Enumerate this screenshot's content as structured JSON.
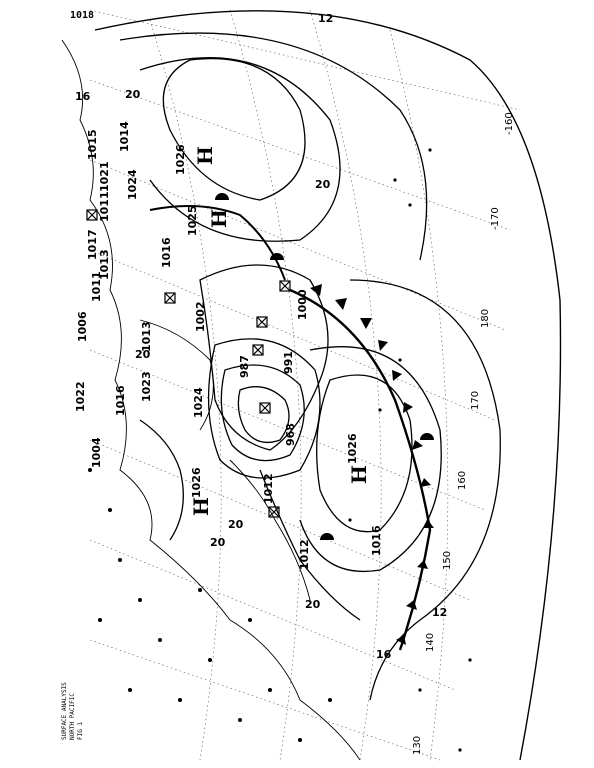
{
  "map": {
    "header_code": "1018",
    "caption_lines": [
      "SURFACE ANALYSIS",
      "NORTH PACIFIC",
      "FIG 1"
    ],
    "longitude_labels": [
      "-160",
      "-170",
      "180",
      "170",
      "160",
      "150",
      "140",
      "130"
    ],
    "pressure_centers": [
      {
        "type": "H",
        "value": "1026"
      },
      {
        "type": "H",
        "value": "1025"
      },
      {
        "type": "L",
        "value": "1000"
      },
      {
        "type": "L",
        "value": "991"
      },
      {
        "type": "L",
        "value": "987"
      },
      {
        "type": "L",
        "value": "968"
      },
      {
        "type": "H",
        "value": "1026"
      },
      {
        "type": "L",
        "value": "1012"
      },
      {
        "type": "L",
        "value": "1012"
      },
      {
        "type": "L",
        "value": "1016"
      },
      {
        "type": "H",
        "value": "1026"
      },
      {
        "type": "L",
        "value": "1024"
      },
      {
        "type": "L",
        "value": "1002"
      }
    ],
    "edge_labels": [
      "1011",
      "1013",
      "1017",
      "1024",
      "1021",
      "1015",
      "1014",
      "1006",
      "1011",
      "1013",
      "1023",
      "1022",
      "1004",
      "1016",
      "1016"
    ],
    "isobar_labels": [
      "12",
      "20",
      "20",
      "16",
      "12",
      "20",
      "20",
      "16",
      "20",
      "20"
    ],
    "icons": {
      "grid": "lat-lon-graticule",
      "front": "cold-front-icon",
      "center": "pressure-center-icon"
    }
  }
}
